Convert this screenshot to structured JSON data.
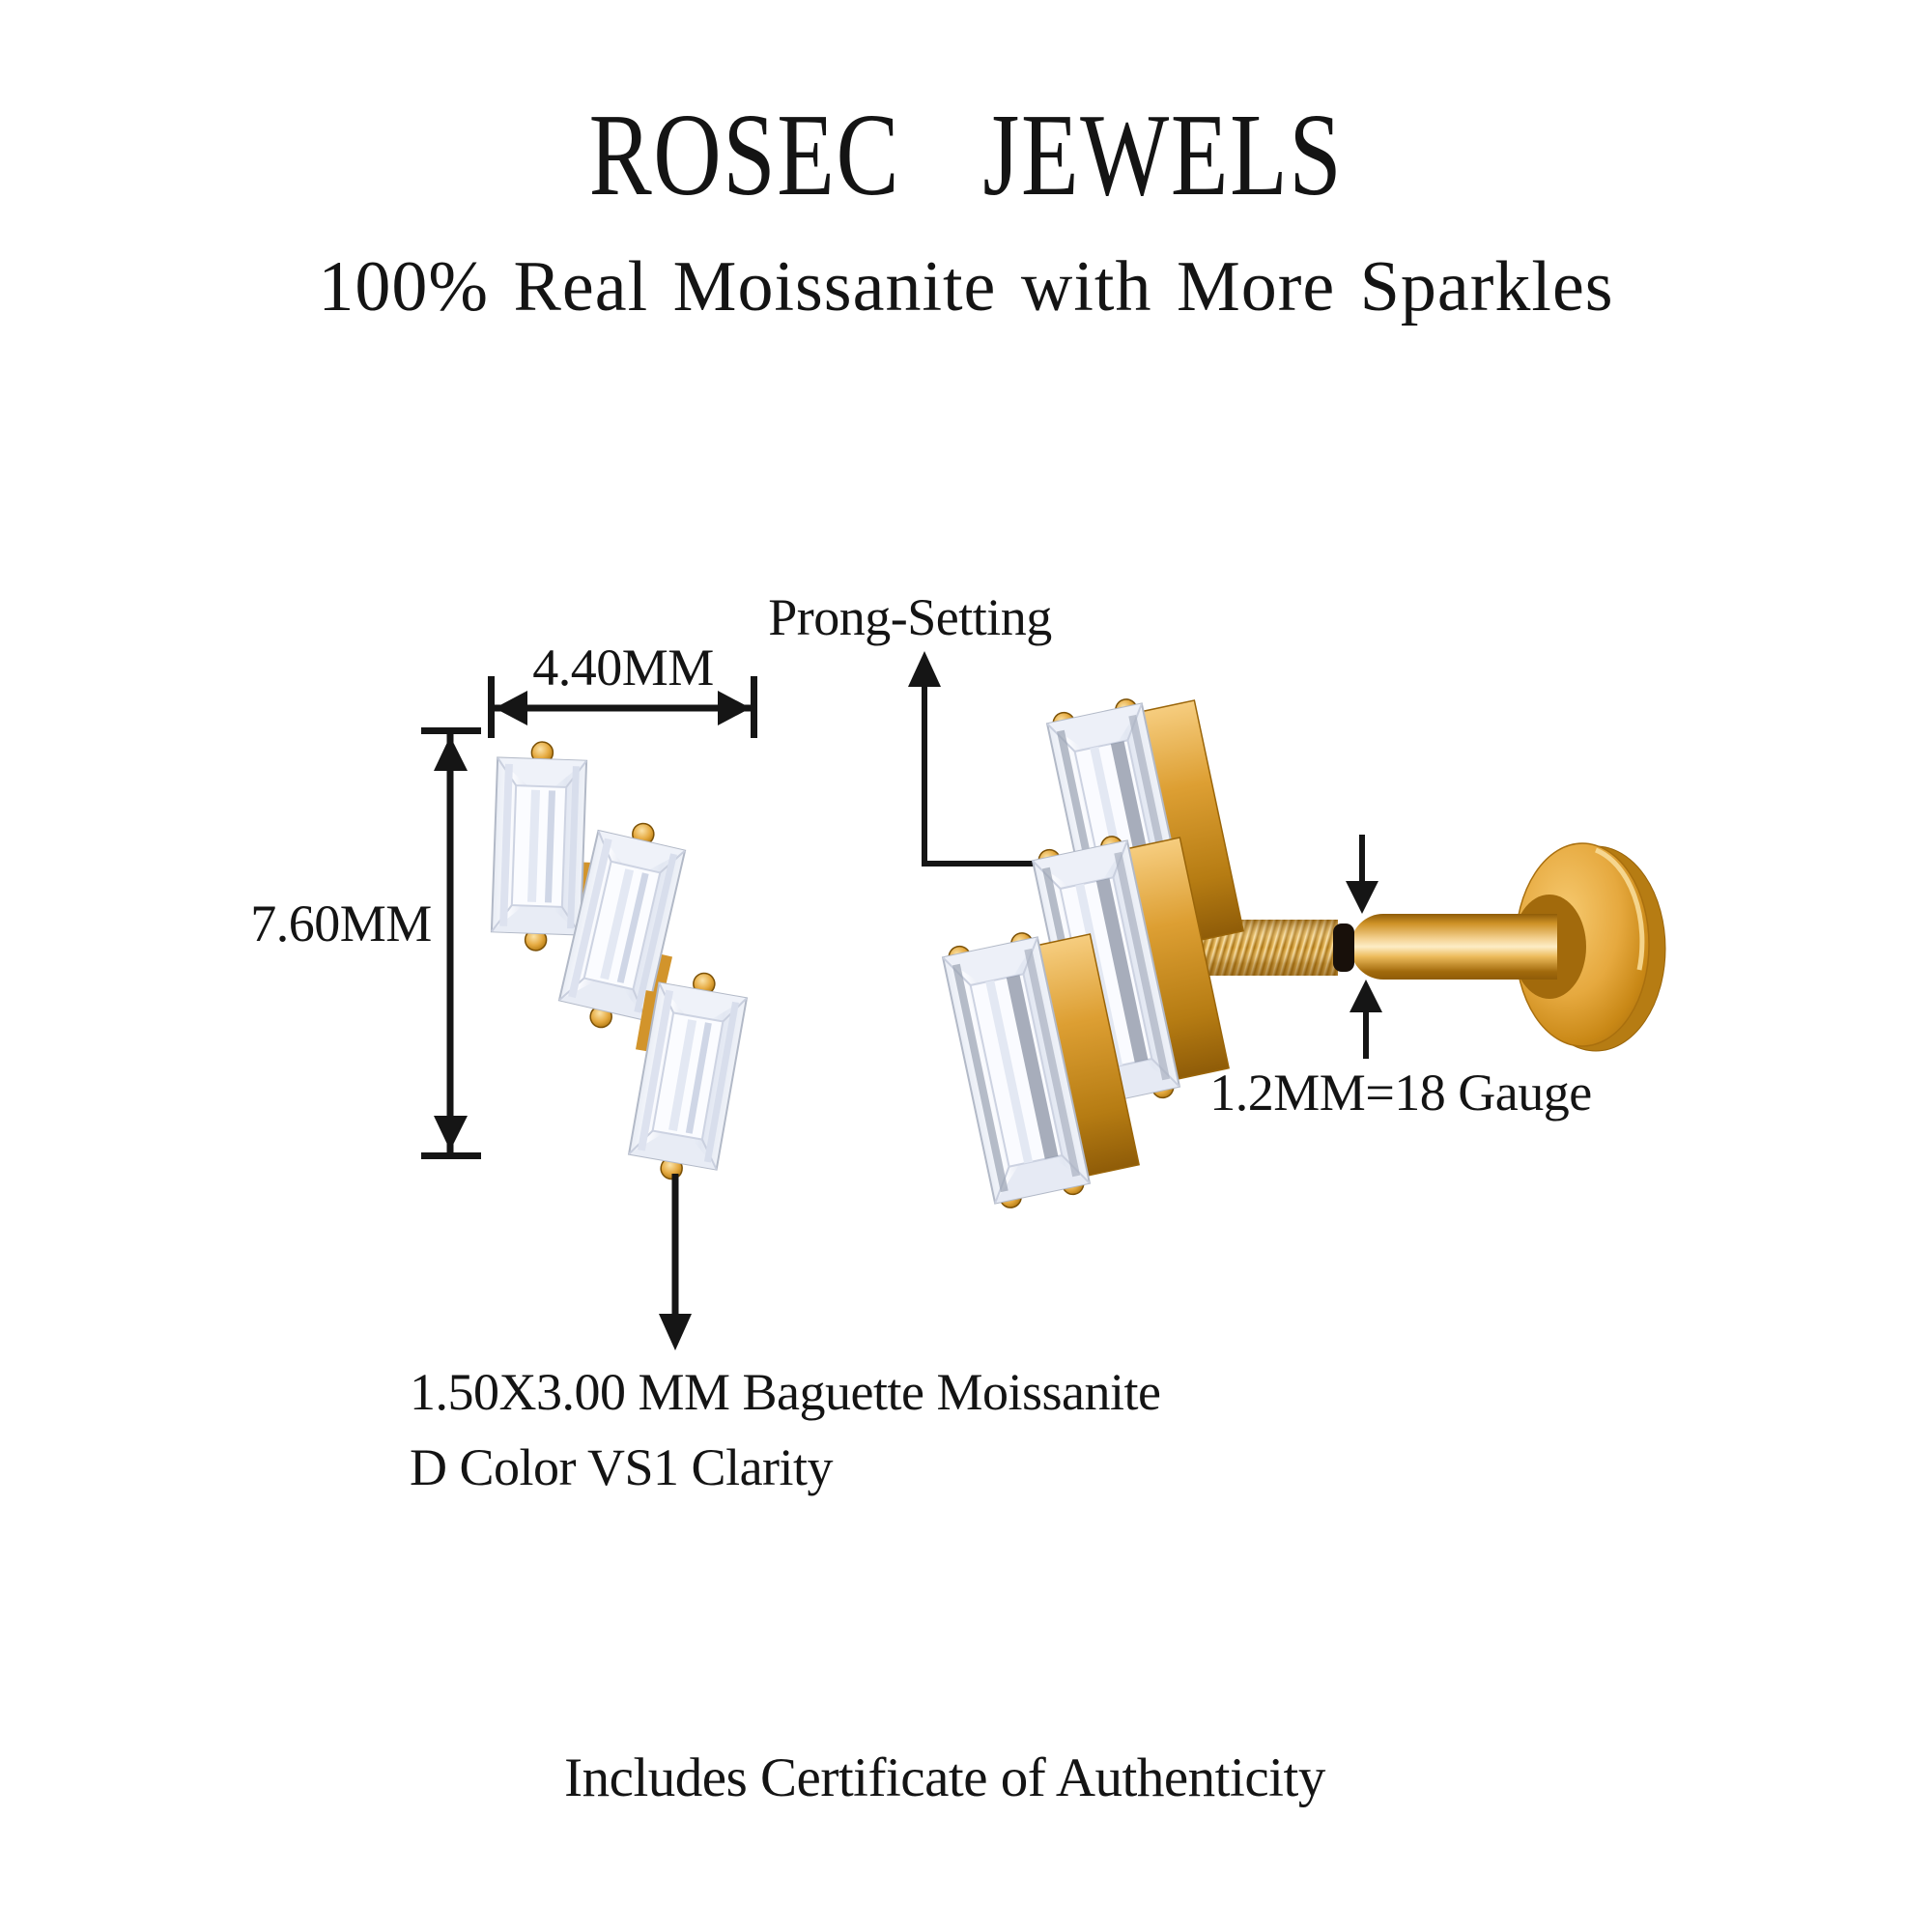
{
  "header": {
    "brand": "ROSEC JEWELS",
    "tagline": "100% Real Moissanite with More Sparkles"
  },
  "diagram": {
    "width_label": "4.40MM",
    "height_label": "7.60MM",
    "prong_label": "Prong-Setting",
    "gauge_label": "1.2MM=18 Gauge",
    "stone_note": {
      "line1": "1.50X3.00 MM Baguette Moissanite",
      "line2": "D Color VS1 Clarity"
    }
  },
  "footer": {
    "certificate_note": "Includes Certificate of Authenticity"
  },
  "colors": {
    "background": "#ffffff",
    "text": "#141414",
    "arrow": "#151515",
    "gold": "#dd9f33",
    "gold_dark": "#8f5c08",
    "gold_light": "#f8d488",
    "stone_white": "#fafbfe",
    "stone_shadow": "#c9cfde"
  }
}
